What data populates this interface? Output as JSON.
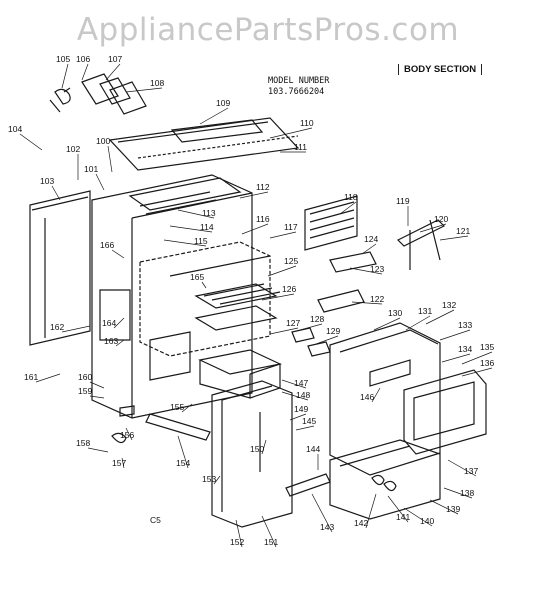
{
  "watermark": "AppliancePartsPros.com",
  "model_label": "MODEL NUMBER",
  "model_number": "103.7666204",
  "section_title": "BODY SECTION",
  "page_code": "C5",
  "colors": {
    "ink": "#1a1a1a",
    "watermark": "#c8c8c8",
    "background": "#ffffff"
  },
  "parts": [
    "100",
    "101",
    "102",
    "103",
    "104",
    "105",
    "106",
    "107",
    "108",
    "109",
    "110",
    "111",
    "112",
    "113",
    "114",
    "115",
    "116",
    "117",
    "118",
    "119",
    "120",
    "121",
    "122",
    "123",
    "124",
    "125",
    "126",
    "127",
    "128",
    "129",
    "130",
    "131",
    "132",
    "133",
    "134",
    "135",
    "136",
    "137",
    "138",
    "139",
    "140",
    "141",
    "142",
    "143",
    "144",
    "145",
    "146",
    "147",
    "148",
    "149",
    "150",
    "151",
    "152",
    "153",
    "154",
    "155",
    "156",
    "157",
    "158",
    "159",
    "160",
    "161",
    "162",
    "163",
    "164",
    "165",
    "166"
  ]
}
